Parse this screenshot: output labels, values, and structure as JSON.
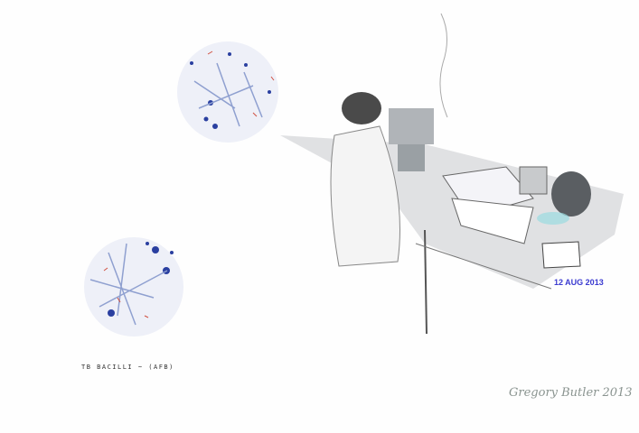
{
  "caption": "TB BACILLI ~ (AFB)",
  "stamp": "12 AUG 2013",
  "signature": "Gregory Butler 2013",
  "colors": {
    "stain_blue": "#2a3fa0",
    "stain_red": "#d05040",
    "wash_grey": "#b8bcc0"
  }
}
